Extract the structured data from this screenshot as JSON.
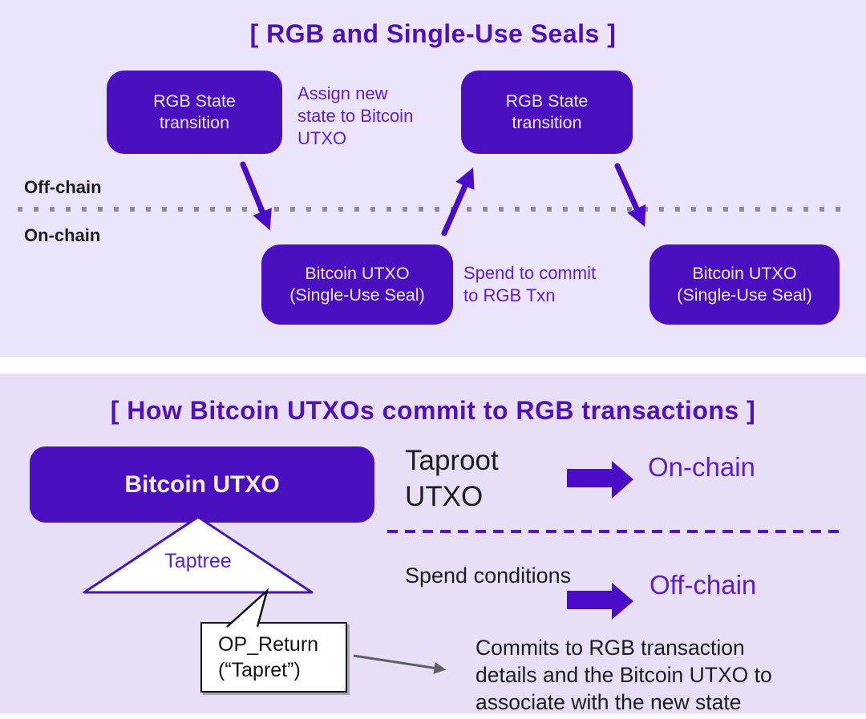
{
  "colors": {
    "panel_bg_top": "#EBE4FA",
    "panel_bg_bottom": "#E8DFF7",
    "box_purple": "#4A0FBE",
    "title_purple": "#4E13B8",
    "note_purple": "#5B1FD6",
    "arrow_purple": "#4A0CC6",
    "divider_gray": "#8E8E8E",
    "black_text": "#1C1C1C"
  },
  "top_panel": {
    "title": "[ RGB and Single-Use Seals ]",
    "rgb_state_box_1": "RGB State\ntransition",
    "rgb_state_box_2": "RGB State\ntransition",
    "assign_note": "Assign new\nstate to Bitcoin\nUTXO",
    "off_chain_label": "Off-chain",
    "on_chain_label": "On-chain",
    "utxo_seal_box_1": "Bitcoin UTXO\n(Single-Use Seal)",
    "utxo_seal_box_2": "Bitcoin UTXO\n(Single-Use Seal)",
    "spend_note": "Spend to commit\nto RGB Txn"
  },
  "bottom_panel": {
    "title": "[ How Bitcoin UTXOs commit to RGB transactions ]",
    "bitcoin_utxo_box": "Bitcoin UTXO",
    "taptree_label": "Taptree",
    "taproot_label": "Taproot\nUTXO",
    "on_chain_label": "On-chain",
    "spend_conditions_label": "Spend conditions",
    "off_chain_label": "Off-chain",
    "op_return_label": "OP_Return\n(“Tapret”)",
    "commits_note": "Commits to RGB transaction\ndetails and the Bitcoin UTXO to\nassociate with the new state"
  }
}
